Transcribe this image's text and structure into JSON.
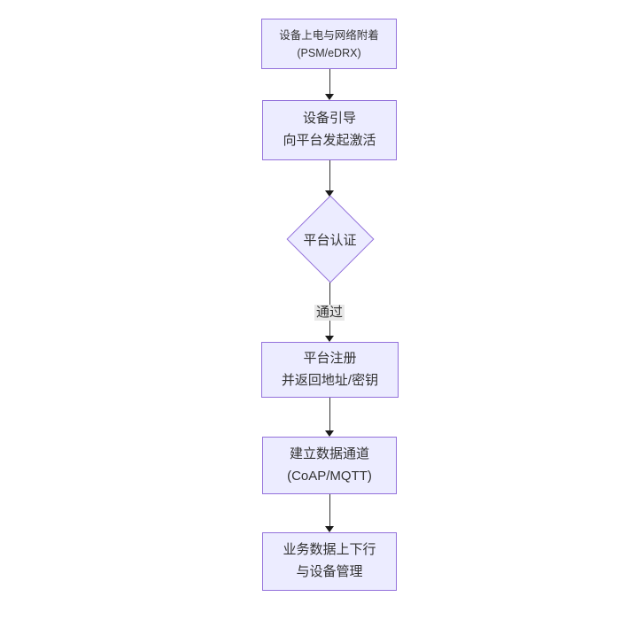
{
  "diagram": {
    "type": "flowchart",
    "direction": "top-down",
    "colors": {
      "background": "#ffffff",
      "node_fill": "#ECECFF",
      "node_border": "#9370DB",
      "text": "#333333",
      "edge_line": "#333333",
      "arrowhead": "#1a1a1a",
      "edge_label_bg": "#e8e8e8"
    },
    "nodes": [
      {
        "id": "power-attach",
        "type": "rect",
        "lines": [
          "设备上电与网络附着",
          "(PSM/eDRX)"
        ]
      },
      {
        "id": "bootstrap",
        "type": "rect",
        "lines": [
          "设备引导",
          "向平台发起激活"
        ]
      },
      {
        "id": "platform-auth",
        "type": "diamond",
        "lines": [
          "平台认证"
        ]
      },
      {
        "id": "register",
        "type": "rect",
        "lines": [
          "平台注册",
          "并返回地址/密钥"
        ]
      },
      {
        "id": "data-channel",
        "type": "rect",
        "lines": [
          "建立数据通道",
          "(CoAP/MQTT)"
        ]
      },
      {
        "id": "business-data",
        "type": "rect",
        "lines": [
          "业务数据上下行",
          "与设备管理"
        ]
      }
    ],
    "edges": [
      {
        "from": "power-attach",
        "to": "bootstrap",
        "label": ""
      },
      {
        "from": "bootstrap",
        "to": "platform-auth",
        "label": ""
      },
      {
        "from": "platform-auth",
        "to": "register",
        "label": "通过"
      },
      {
        "from": "register",
        "to": "data-channel",
        "label": ""
      },
      {
        "from": "data-channel",
        "to": "business-data",
        "label": ""
      }
    ]
  }
}
